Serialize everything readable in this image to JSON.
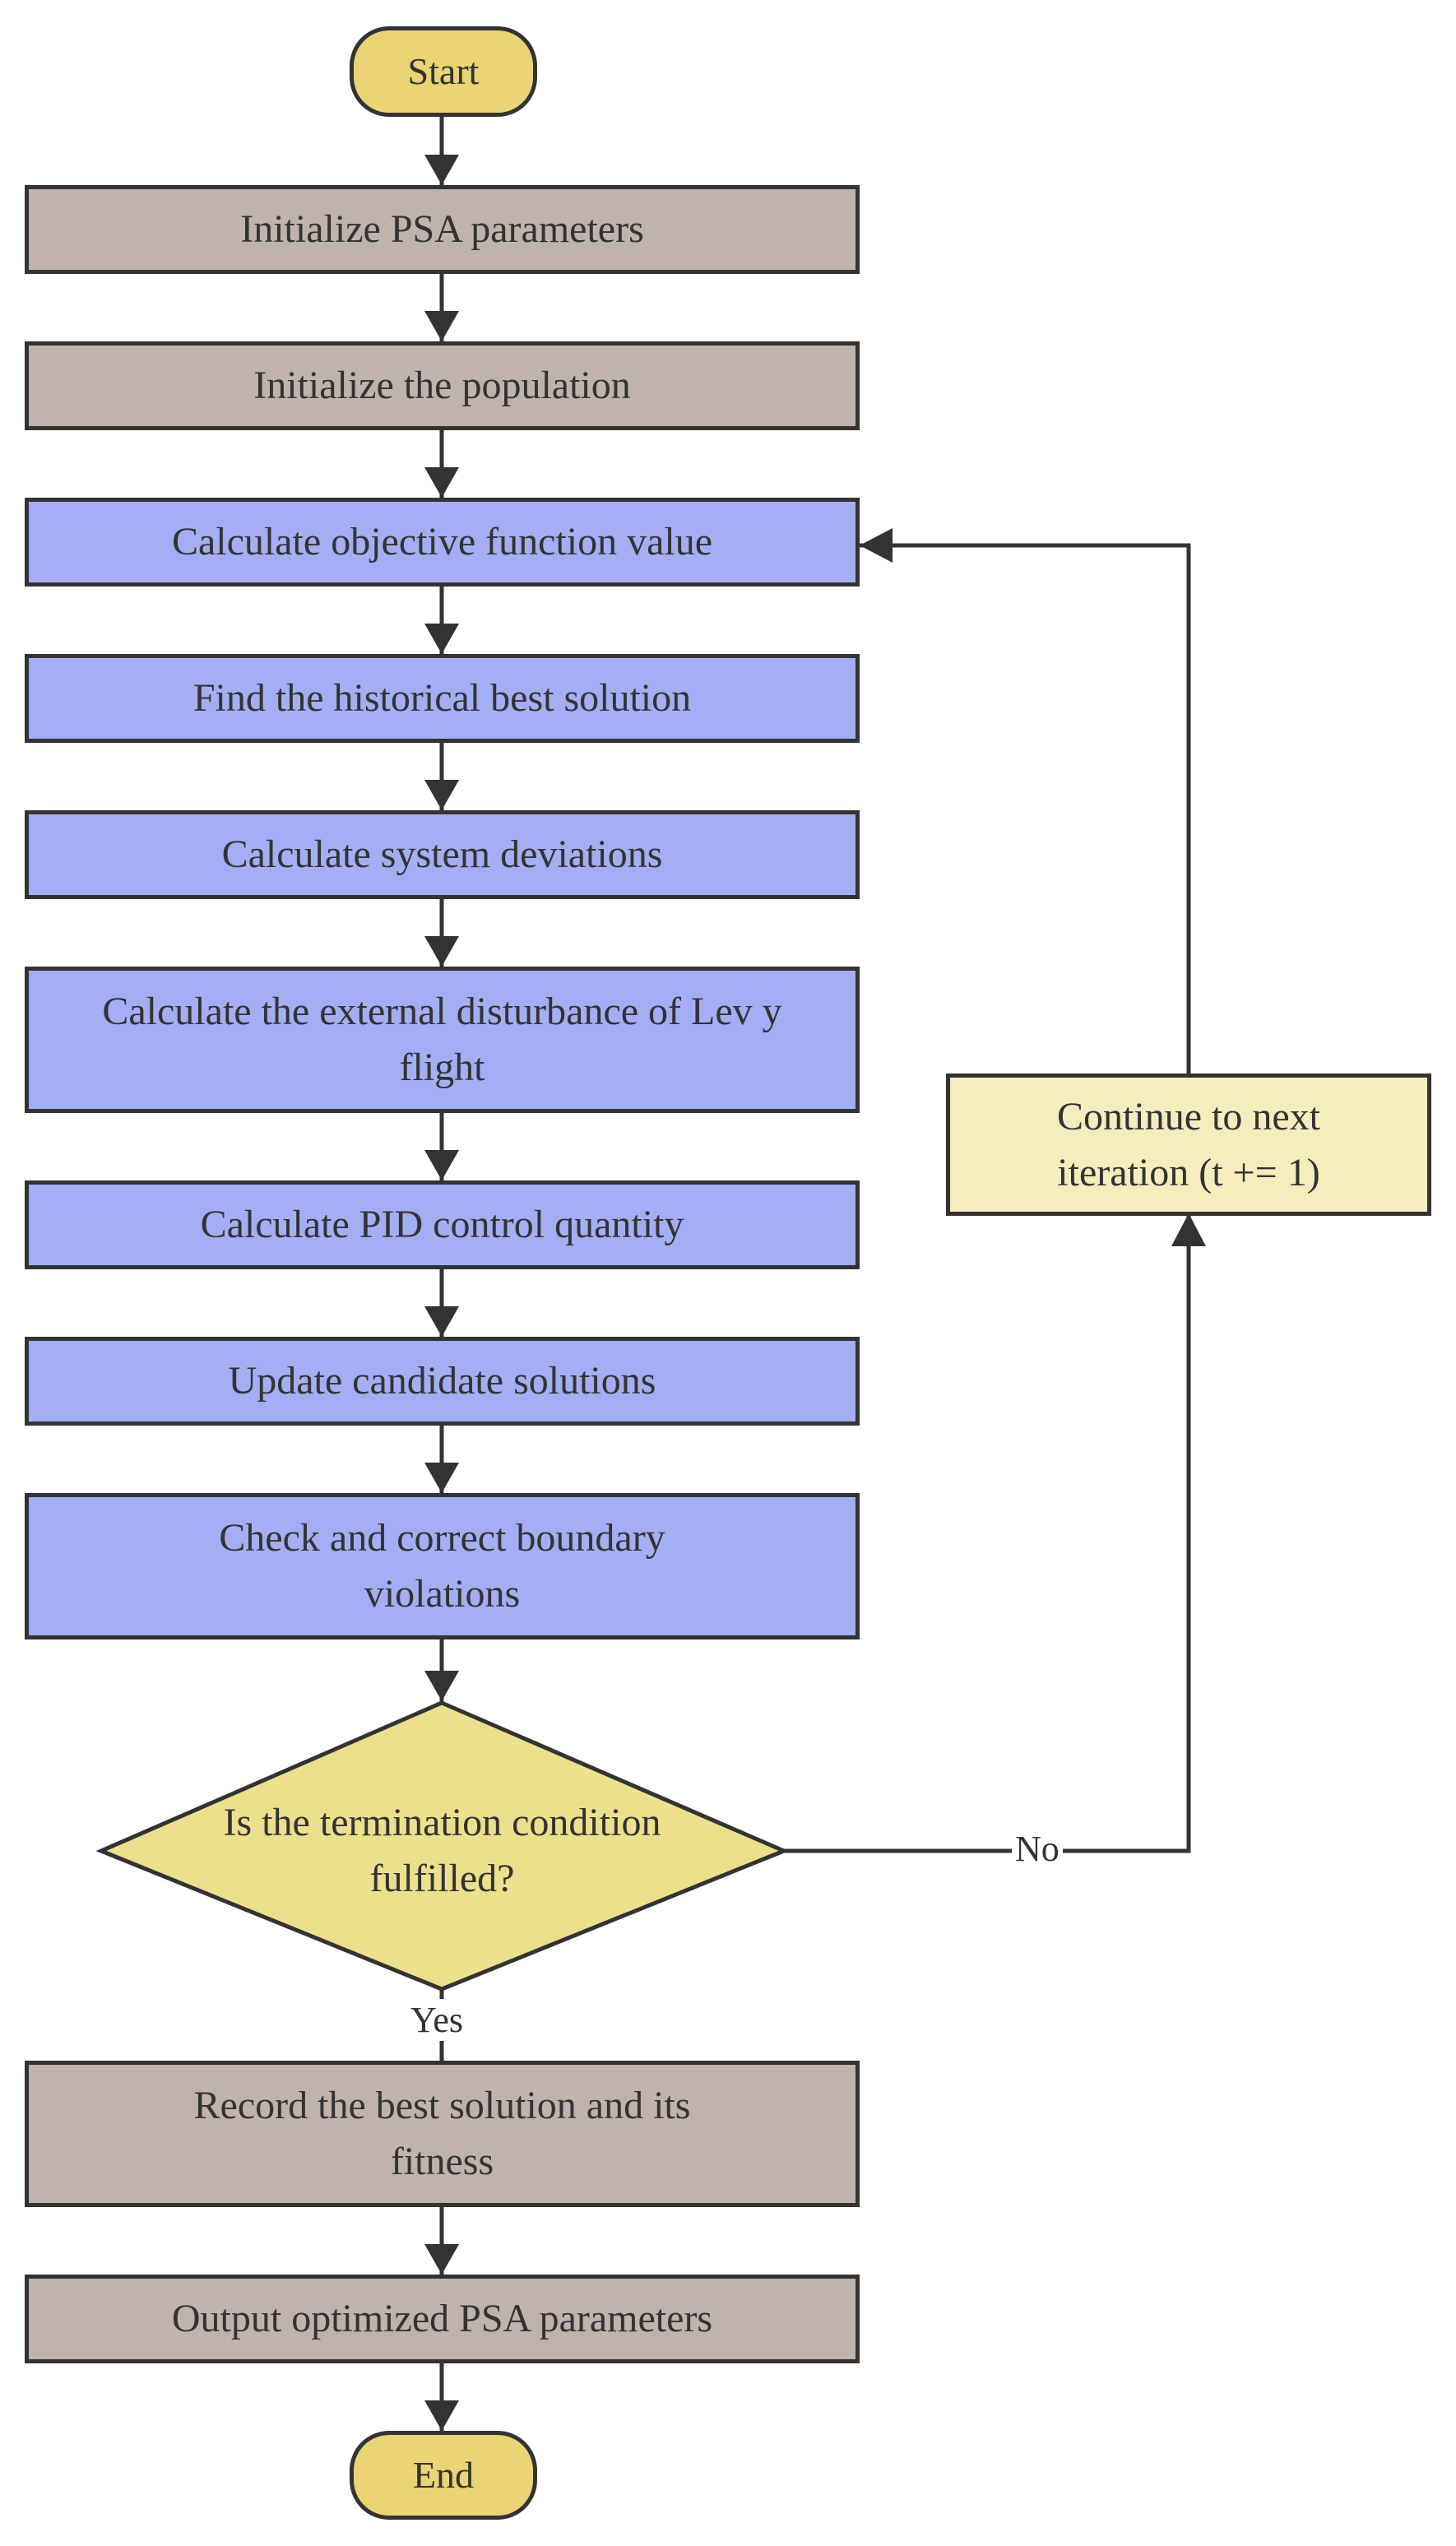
{
  "colors": {
    "terminal_fill": "#ead473",
    "init_fill": "#bfb3ab",
    "process_fill": "#a4aef4",
    "decision_fill": "#ede08c",
    "loop_fill": "#f5edbe",
    "line": "#333333"
  },
  "nodes": {
    "start": "Start",
    "init_params": "Initialize PSA parameters",
    "init_population": "Initialize the population",
    "calc_objective": "Calculate objective function value",
    "find_best": "Find the historical best solution",
    "calc_deviations": "Calculate system deviations",
    "levy_disturbance": "Calculate the external disturbance of Lev y flight",
    "pid_quantity": "Calculate PID control quantity",
    "update_candidates": "Update candidate solutions",
    "check_boundary": "Check and correct boundary violations",
    "decision": "Is the termination condition fulfilled?",
    "next_iteration": "Continue to next iteration (t += 1)",
    "record_best": "Record the best solution and its fitness",
    "output_params": "Output optimized PSA parameters",
    "end": "End"
  },
  "edge_labels": {
    "yes": "Yes",
    "no": "No"
  }
}
